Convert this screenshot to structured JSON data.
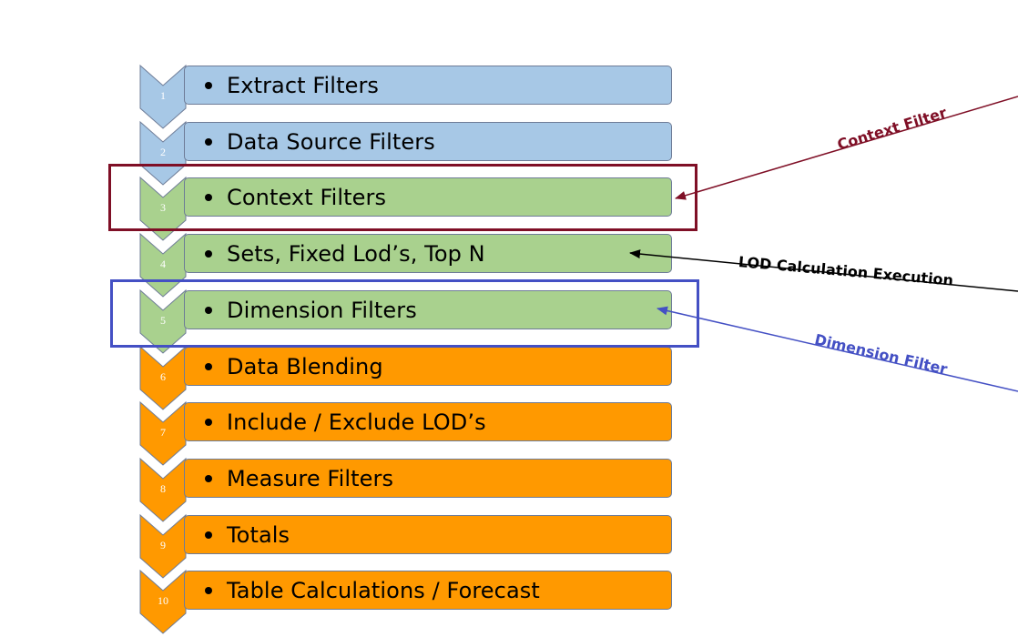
{
  "colors": {
    "blue_fill": "#a7c8e6",
    "green_fill": "#a9d18e",
    "orange_fill": "#ff9900",
    "context_accent": "#7f0f26",
    "dimension_accent": "#4450c4",
    "lod_accent": "#000000"
  },
  "steps": [
    {
      "number": "1",
      "label": "Extract Filters",
      "group": "blue"
    },
    {
      "number": "2",
      "label": "Data Source Filters",
      "group": "blue"
    },
    {
      "number": "3",
      "label": "Context Filters",
      "group": "green"
    },
    {
      "number": "4",
      "label": "Sets, Fixed Lod’s, Top N",
      "group": "green"
    },
    {
      "number": "5",
      "label": "Dimension Filters",
      "group": "green"
    },
    {
      "number": "6",
      "label": "Data Blending",
      "group": "orange"
    },
    {
      "number": "7",
      "label": "Include / Exclude LOD’s",
      "group": "orange"
    },
    {
      "number": "8",
      "label": "Measure Filters",
      "group": "orange"
    },
    {
      "number": "9",
      "label": "Totals",
      "group": "orange"
    },
    {
      "number": "10",
      "label": "Table Calculations / Forecast",
      "group": "orange"
    }
  ],
  "annotations": {
    "context": {
      "label": "Context Filter",
      "target_step": "3"
    },
    "lod": {
      "label": "LOD Calculation Execution",
      "target_step": "4"
    },
    "dimension": {
      "label": "Dimension Filter",
      "target_step": "5"
    }
  }
}
